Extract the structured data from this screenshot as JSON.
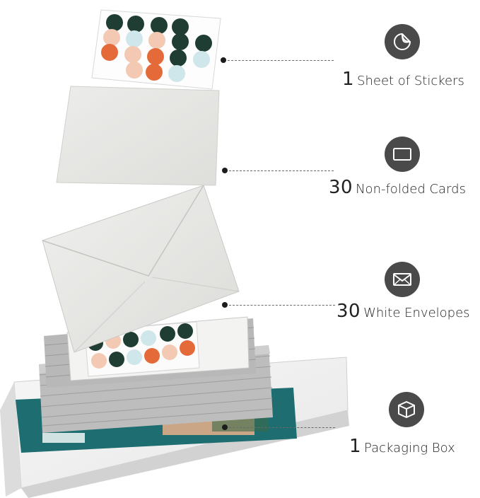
{
  "items": [
    {
      "count": "1",
      "text": "Sheet of Stickers",
      "icon": "sticker-peel-icon"
    },
    {
      "count": "30",
      "text": "Non-folded Cards",
      "icon": "card-icon"
    },
    {
      "count": "30",
      "text": "White Envelopes",
      "icon": "envelope-icon"
    },
    {
      "count": "1",
      "text": "Packaging Box",
      "icon": "box-icon"
    }
  ],
  "colors": {
    "icon_bg": "#4a4a4a",
    "sticker_dark_green": "#1f3d33",
    "sticker_orange": "#e56a3a",
    "sticker_peach": "#f3c9b3",
    "sticker_light_blue": "#cfe6ea",
    "box_teal": "#1d6d71"
  }
}
